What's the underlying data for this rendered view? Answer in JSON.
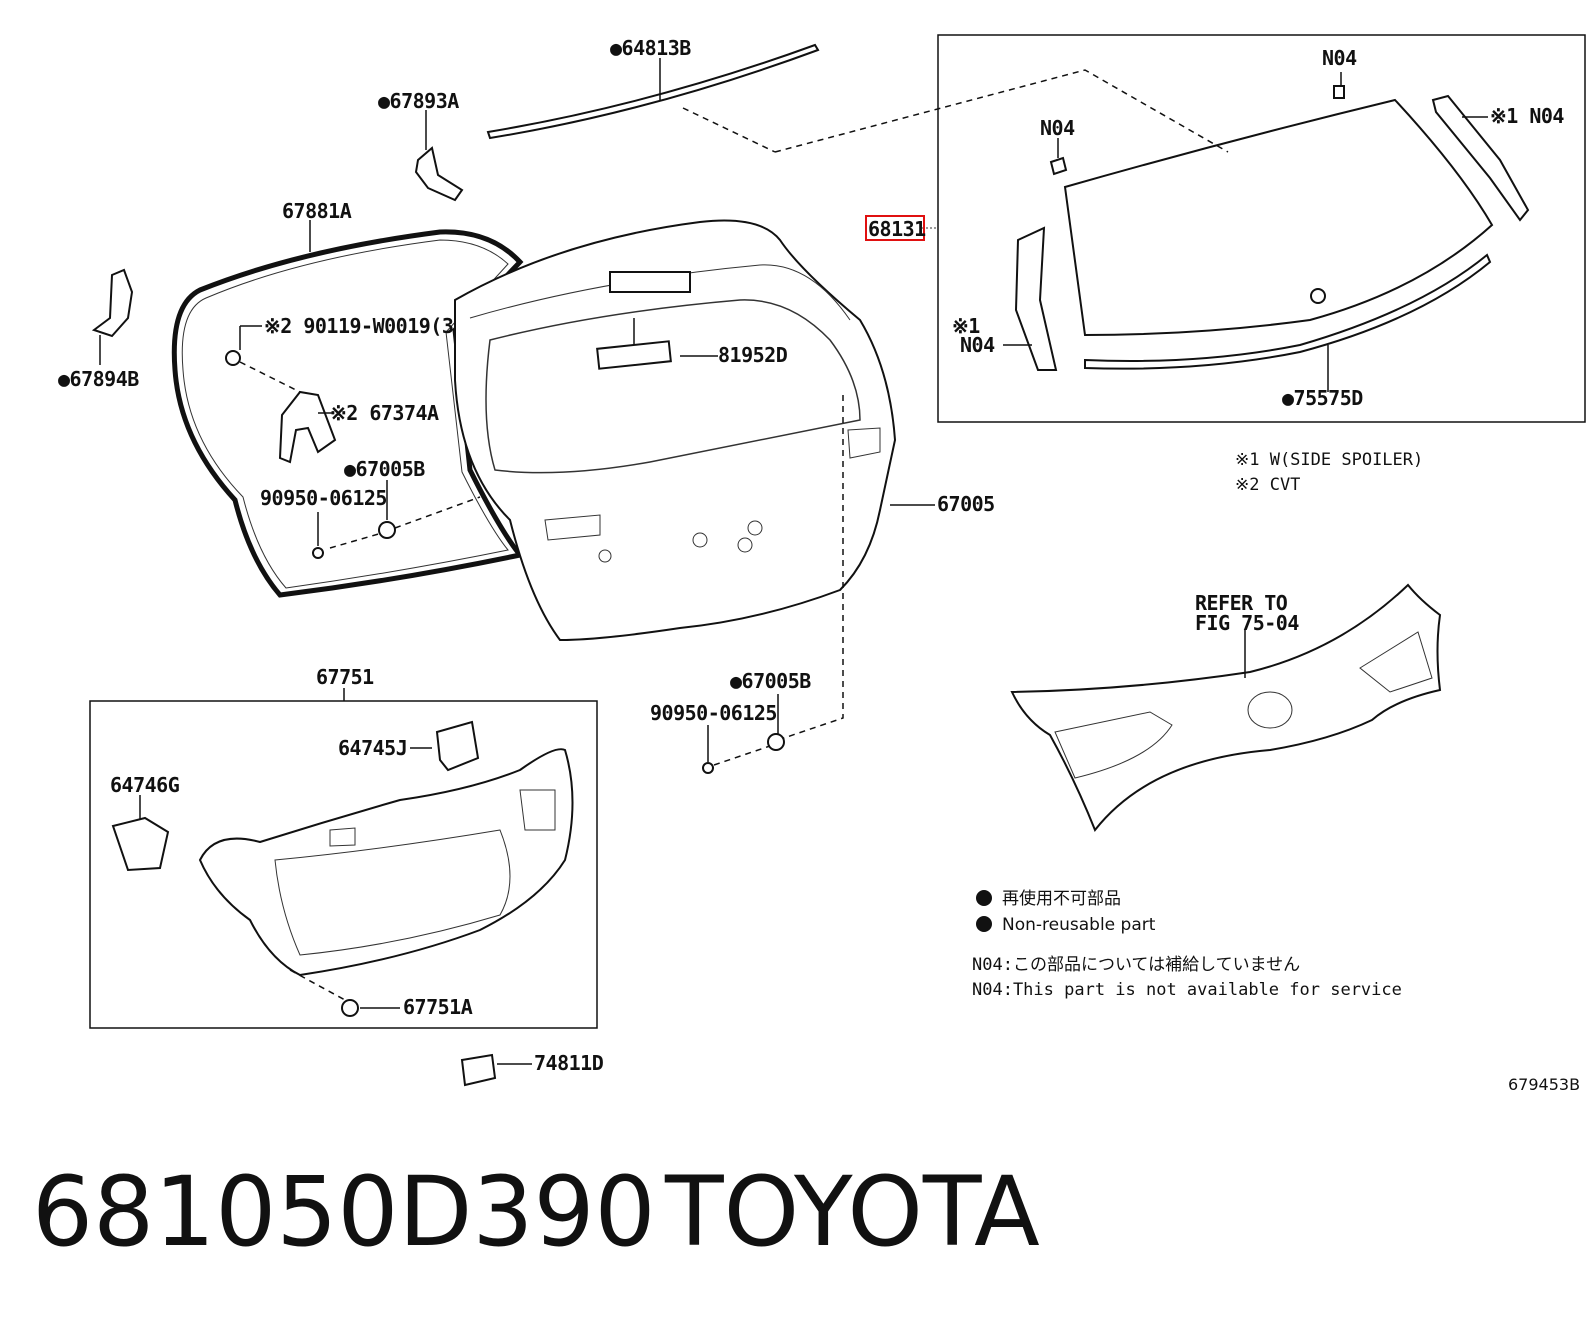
{
  "diagram": {
    "callouts": {
      "c64813B": "●64813B",
      "c67893A": "●67893A",
      "c67881A": "67881A",
      "c67894B": "●67894B",
      "c90119": "※2 90119-W0019(3)",
      "c67374A": "※2 67374A",
      "c67005B_top": "●67005B",
      "c90950_top": "90950-06125",
      "c81952D": "81952D",
      "c67005": "67005",
      "c68131": "68131",
      "c75575D": "●75575D",
      "c67005B_bot": "●67005B",
      "c90950_bot": "90950-06125",
      "c67751": "67751",
      "c64745J": "64745J",
      "c64746G": "64746G",
      "c67751A": "67751A",
      "c74811D": "74811D"
    },
    "glass_box": {
      "n04_top": "N04",
      "n04_left": "N04",
      "n04_right": "※1 N04",
      "n04_lower_left_mark": "※1",
      "n04_lower_left": "N04"
    },
    "footnotes": {
      "f1": "※1 W(SIDE SPOILER)",
      "f2": "※2 CVT"
    },
    "refer": {
      "line1": "REFER TO",
      "line2": "FIG 75-04"
    },
    "legend": {
      "jp_nonreuse": "再使用不可部品",
      "en_nonreuse": "Non-reusable part",
      "jp_n04": "N04:この部品については補給していません",
      "en_n04": "N04:This part is not available for service"
    },
    "figure_id": "679453B",
    "part_number": "681050D390",
    "brand": "TOYOTA"
  }
}
